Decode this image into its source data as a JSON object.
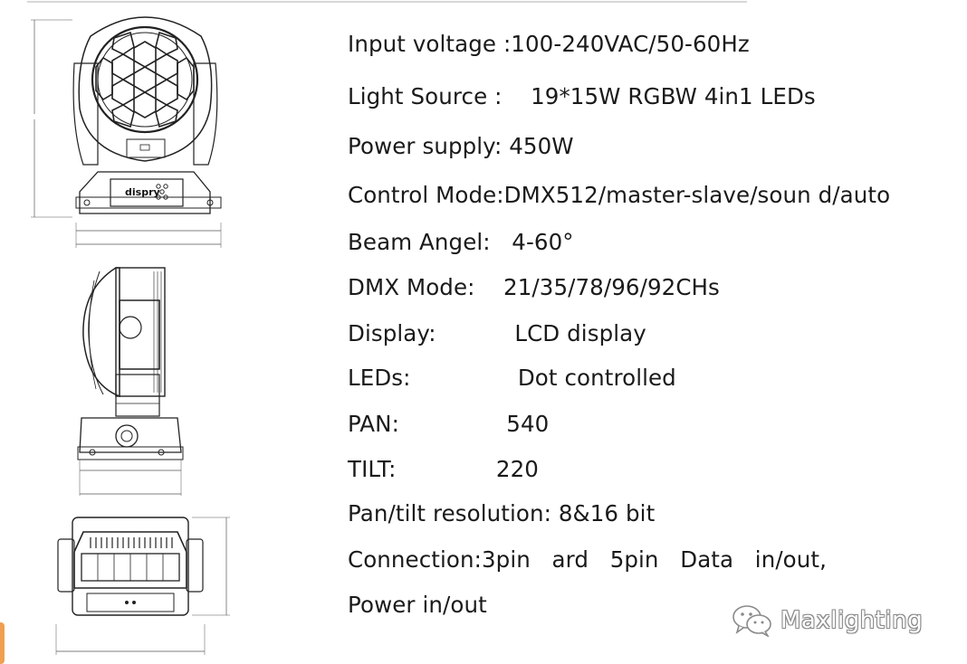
{
  "specs": [
    "Input voltage :100-240VAC/50-60Hz",
    "Light Source :    19*15W RGBW 4in1 LEDs",
    "Power supply: 450W",
    "Control Mode:DMX512/master-slave/soun d/auto",
    "Beam Angel:   4-60°",
    "DMX Mode:    21/35/78/96/92CHs",
    "Display:           LCD display",
    "LEDs:               Dot controlled",
    "PAN:               540",
    "TILT:              220",
    "Pan/tilt resolution: 8&16 bit",
    "Connection:3pin   ard   5pin   Data   in/out,",
    "Power in/out"
  ],
  "drawing": {
    "logo_label": "dispry"
  },
  "watermark": {
    "text": "Maxlighting",
    "icon": "wechat-icon"
  }
}
